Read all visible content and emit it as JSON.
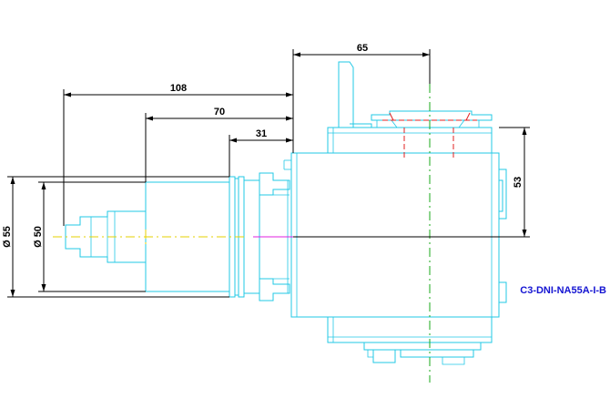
{
  "dimensions": {
    "d65": "65",
    "d108": "108",
    "d70": "70",
    "d31": "31",
    "d53": "53",
    "dia55": "Ø 55",
    "dia50": "Ø 50"
  },
  "part_number": "C3-DNI-NA55A-I-B",
  "colors": {
    "outline": "#22c8e6",
    "dimension": "#000000",
    "centerline_yellow": "#e6d200",
    "centerline_green": "#18a818",
    "hidden_red": "#e02020",
    "label_blue": "#1414d2"
  }
}
